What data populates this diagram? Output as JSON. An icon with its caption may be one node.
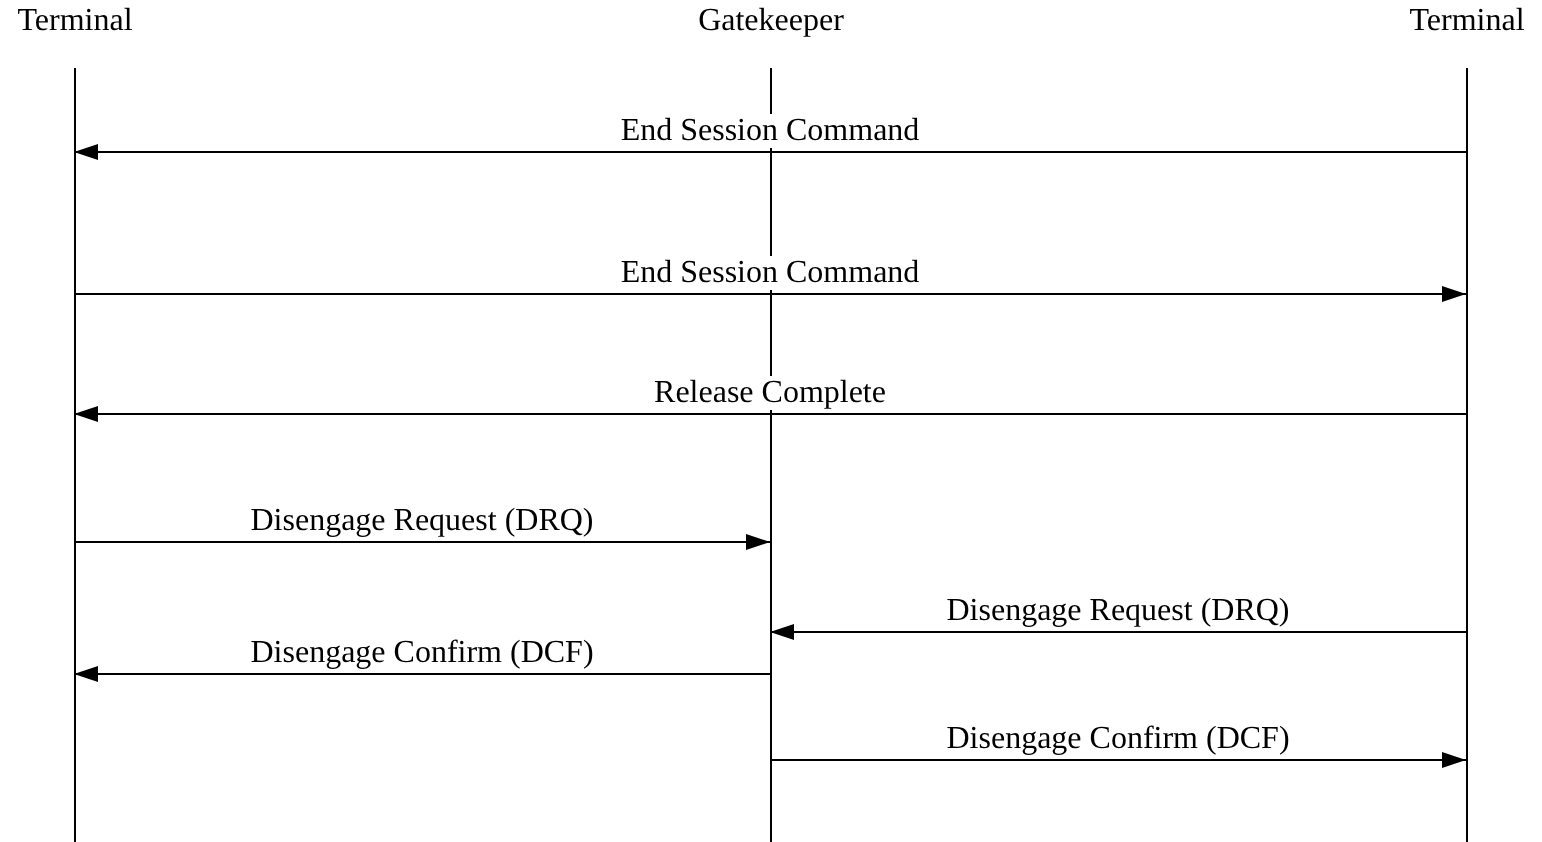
{
  "diagram": {
    "nodes": [
      {
        "text": [
          "Terminal"
        ]
      },
      {
        "text": [
          "Gatekeeper"
        ]
      },
      {
        "text": [
          "Terminal"
        ]
      }
    ],
    "edges": [
      {
        "from": 2,
        "to": 0,
        "arrow": "to",
        "label": "End Session Command"
      },
      {
        "from": 0,
        "to": 2,
        "arrow": "to",
        "label": "End Session Command"
      },
      {
        "from": 2,
        "to": 0,
        "arrow": "to",
        "label": "Release Complete"
      },
      {
        "from": 0,
        "to": 1,
        "arrow": "to",
        "label": "Disengage Request (DRQ)"
      },
      {
        "from": 2,
        "to": 1,
        "arrow": "to",
        "label": "Disengage Request (DRQ)"
      },
      {
        "from": 1,
        "to": 0,
        "arrow": "to",
        "label": "Disengage Confirm (DCF)"
      },
      {
        "from": 1,
        "to": 2,
        "arrow": "to",
        "label": "Disengage Confirm (DCF)"
      }
    ]
  }
}
